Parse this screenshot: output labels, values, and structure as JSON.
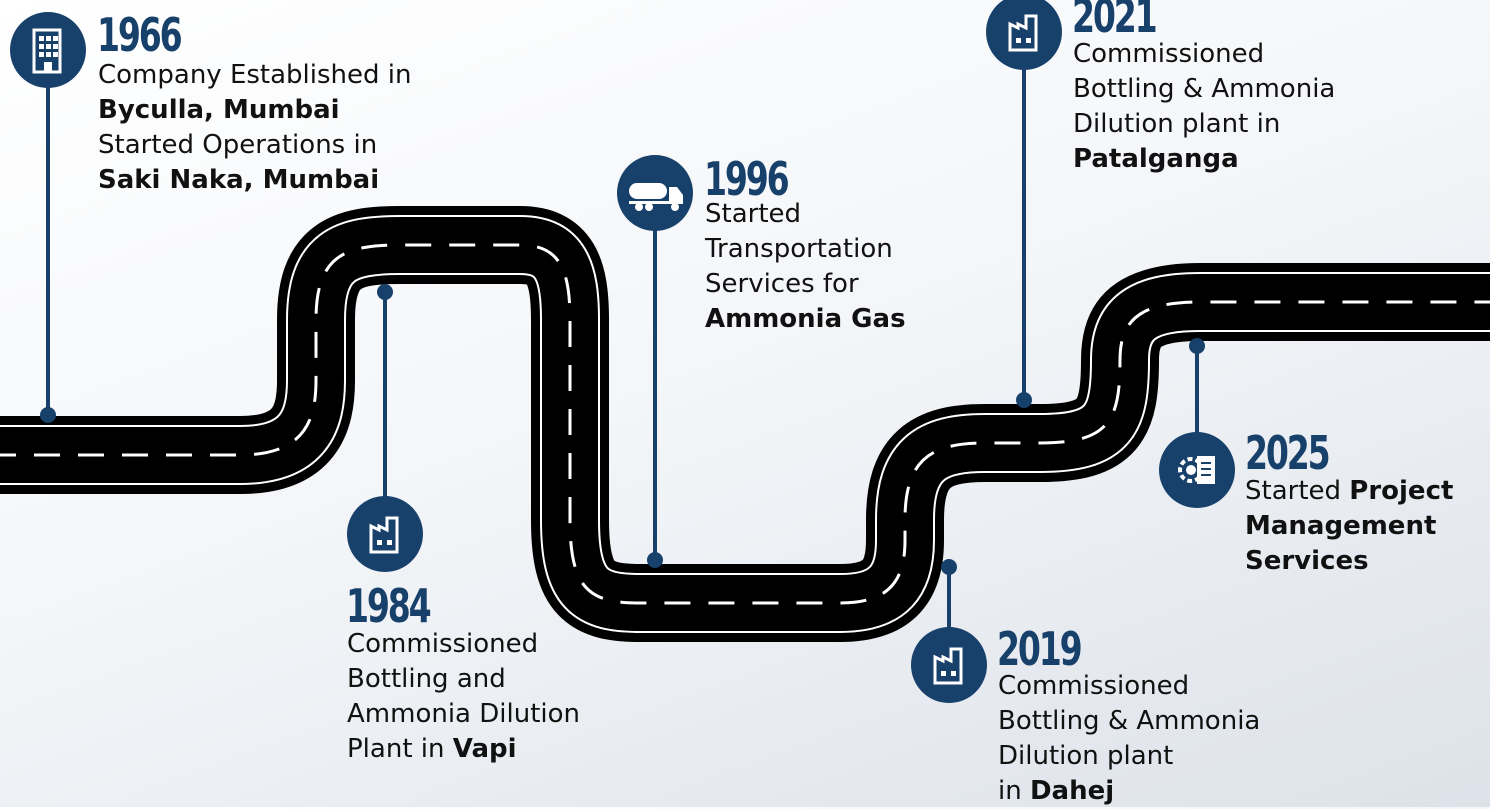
{
  "colors": {
    "accent": "#17406b",
    "road": "#000000",
    "road_line": "#ffffff"
  },
  "milestones": [
    {
      "year": "1966",
      "icon": "building-icon",
      "lines": [
        {
          "text": "Company Established in",
          "bold": false
        },
        {
          "text": "Byculla, Mumbai",
          "bold": true
        },
        {
          "text": "Started Operations in",
          "bold": false
        },
        {
          "text": "Saki Naka, Mumbai",
          "bold": true
        }
      ]
    },
    {
      "year": "1984",
      "icon": "factory-icon",
      "lines": [
        {
          "text": "Commissioned",
          "bold": false
        },
        {
          "text": "Bottling and",
          "bold": false
        },
        {
          "text": "Ammonia Dilution",
          "bold": false
        },
        {
          "text": "Plant in",
          "bold": false,
          "bold_suffix": "Vapi"
        }
      ]
    },
    {
      "year": "1996",
      "icon": "tanker-truck-icon",
      "lines": [
        {
          "text": "Started",
          "bold": false
        },
        {
          "text": "Transportation",
          "bold": false
        },
        {
          "text": "Services for",
          "bold": false
        },
        {
          "text": "Ammonia Gas",
          "bold": true
        }
      ]
    },
    {
      "year": "2019",
      "icon": "factory-icon",
      "lines": [
        {
          "text": "Commissioned",
          "bold": false
        },
        {
          "text": "Bottling & Ammonia",
          "bold": false
        },
        {
          "text": "Dilution plant",
          "bold": false
        },
        {
          "text": "in",
          "bold": false,
          "bold_suffix": "Dahej"
        }
      ]
    },
    {
      "year": "2021",
      "icon": "factory-icon",
      "lines": [
        {
          "text": "Commissioned",
          "bold": false
        },
        {
          "text": "Bottling & Ammonia",
          "bold": false
        },
        {
          "text": "Dilution plant in",
          "bold": false
        },
        {
          "text": "Patalganga",
          "bold": true
        }
      ]
    },
    {
      "year": "2025",
      "icon": "gear-document-icon",
      "lines": [
        {
          "text": "Started",
          "bold": false,
          "bold_suffix": "Project"
        },
        {
          "text": "Management",
          "bold": true
        },
        {
          "text": "Services",
          "bold": true
        }
      ]
    }
  ]
}
